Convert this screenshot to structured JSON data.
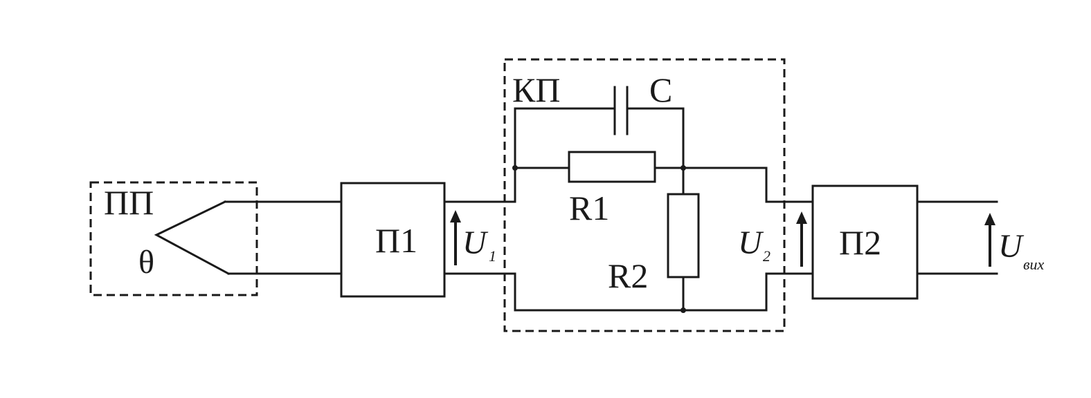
{
  "labels": {
    "sensor": "ПП",
    "theta": "θ",
    "p1": "П1",
    "p2": "П2",
    "kp": "КП",
    "c": "C",
    "r1": "R1",
    "r2": "R2",
    "u1": "U",
    "u1_sub": "1",
    "u2": "U",
    "u2_sub": "2",
    "uout": "U",
    "uout_sub": "вих"
  },
  "colors": {
    "line": "#1a1a1a",
    "background": "#ffffff"
  }
}
